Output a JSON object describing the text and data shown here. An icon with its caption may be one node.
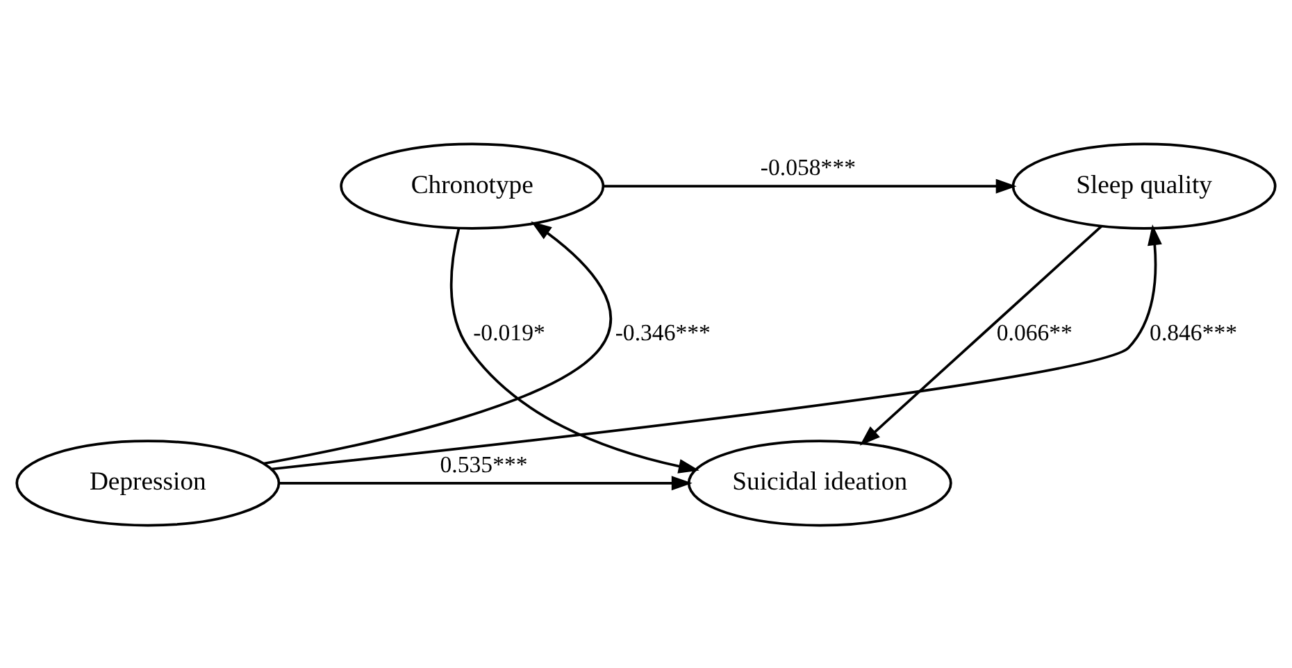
{
  "diagram": {
    "nodes": [
      {
        "text": [
          "Chronotype"
        ]
      },
      {
        "text": [
          "Sleep quality"
        ]
      },
      {
        "text": [
          "Depression"
        ]
      },
      {
        "text": [
          "Suicidal ideation"
        ]
      }
    ],
    "edges": [
      {
        "from": 0,
        "to": 1,
        "arrow": "to",
        "label": "-0.058***"
      },
      {
        "from": 2,
        "to": 0,
        "arrow": "to",
        "label": "-0.346***"
      },
      {
        "from": 2,
        "to": 1,
        "arrow": "to",
        "label": "0.846***"
      },
      {
        "from": 0,
        "to": 3,
        "arrow": "to",
        "label": "-0.019*"
      },
      {
        "from": 1,
        "to": 3,
        "arrow": "to",
        "label": "0.066**"
      },
      {
        "from": 2,
        "to": 3,
        "arrow": "to",
        "label": "0.535***"
      }
    ]
  }
}
